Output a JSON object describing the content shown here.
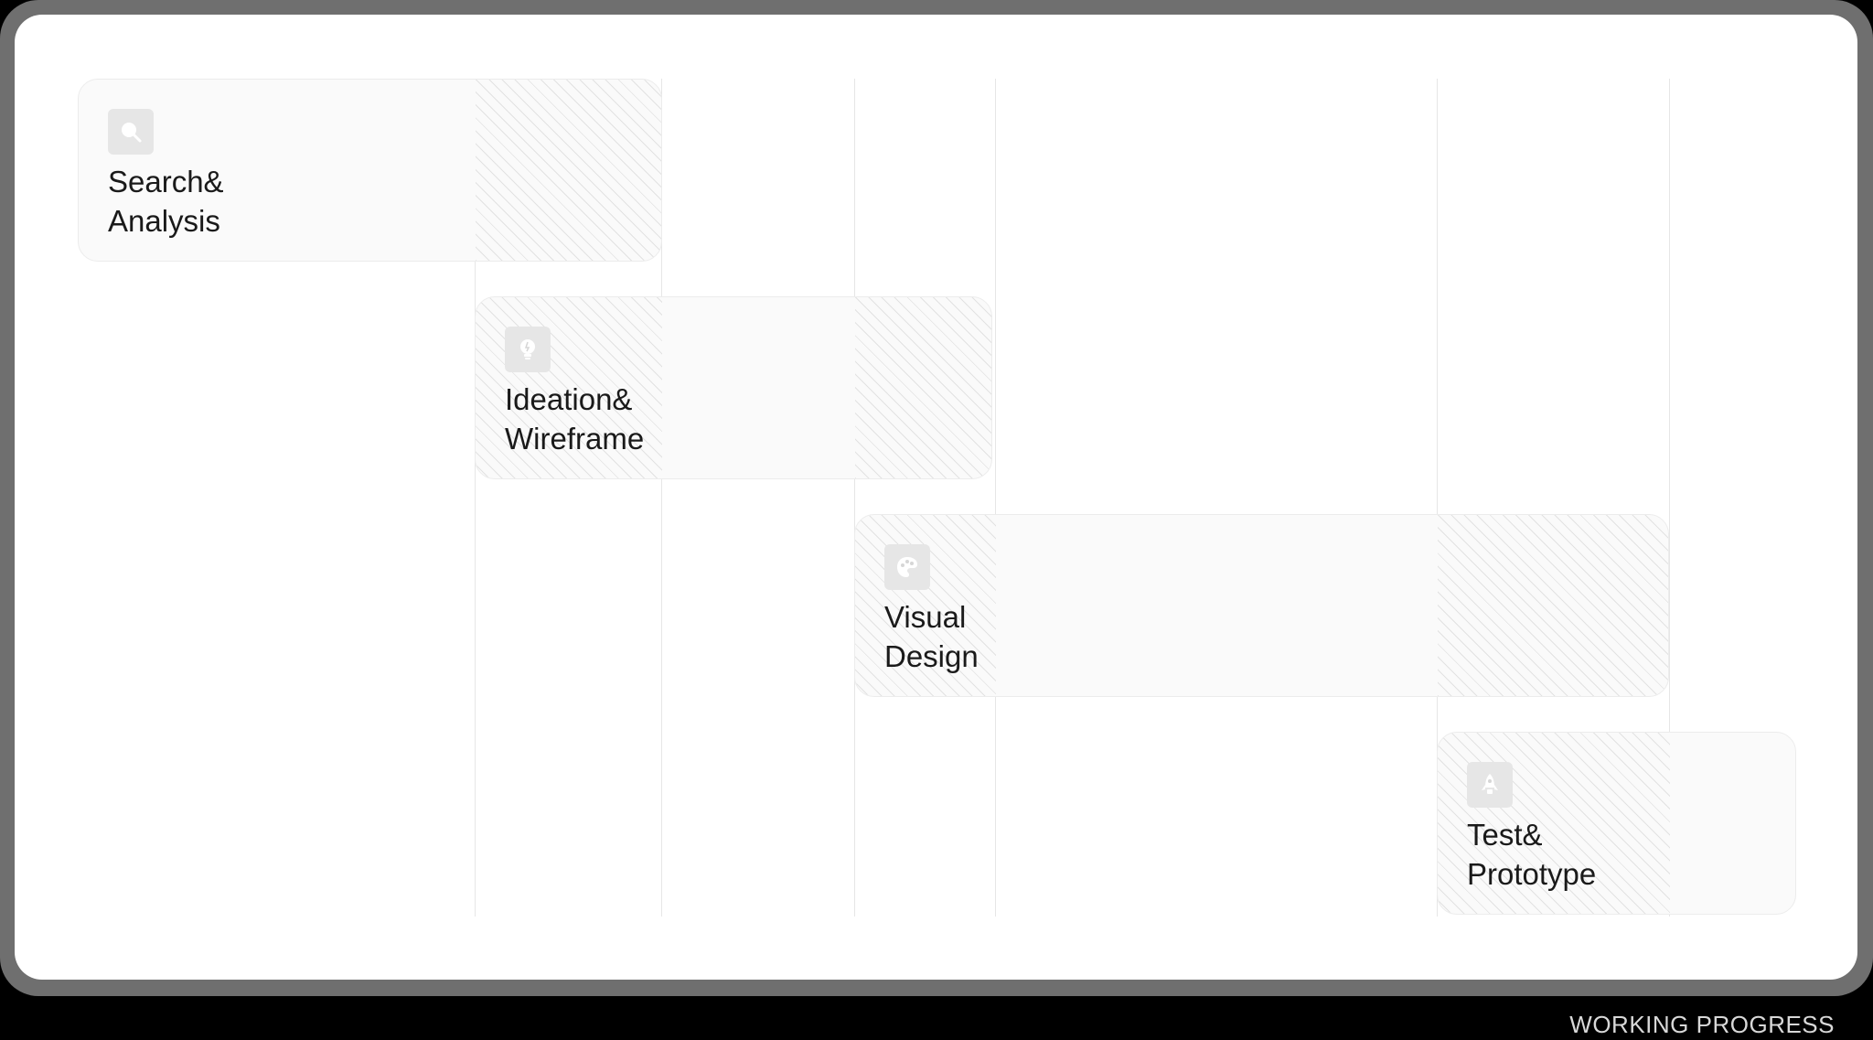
{
  "stages": [
    {
      "icon": "search-icon",
      "title_line1": "Search&",
      "title_line2": "Analysis"
    },
    {
      "icon": "lightbulb-icon",
      "title_line1": "Ideation&",
      "title_line2": "Wireframe"
    },
    {
      "icon": "palette-icon",
      "title_line1": "Visual",
      "title_line2": "Design"
    },
    {
      "icon": "rocket-icon",
      "title_line1": "Test&",
      "title_line2": "Prototype"
    }
  ],
  "footer": {
    "label": "WORKING PROGRESS"
  },
  "colors": {
    "frame": "#6f6f6f",
    "canvas": "#ffffff",
    "card": "#fafafa",
    "hatch": "#e2e2e2",
    "text": "#1a1a1a",
    "background": "#000000"
  }
}
